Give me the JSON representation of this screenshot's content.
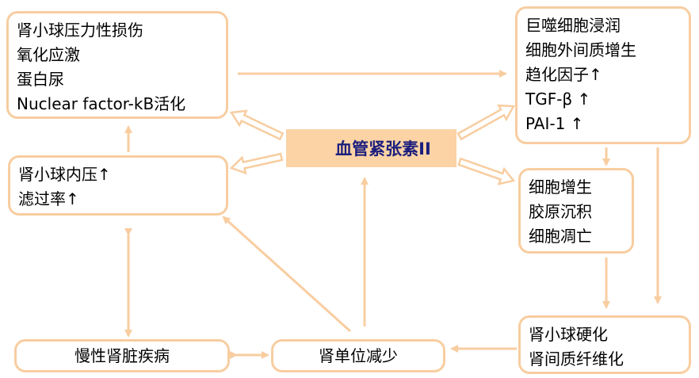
{
  "center": {
    "label": "血管紧张素II"
  },
  "box_top_left": {
    "lines": [
      "肾小球压力性损伤",
      "氧化应激",
      "蛋白尿",
      "Nuclear factor-kB活化"
    ]
  },
  "box_mid_left": {
    "lines": [
      "肾小球内压↑",
      "滤过率↑"
    ]
  },
  "box_bottom_left": {
    "label": "慢性肾脏疾病"
  },
  "box_bottom_center": {
    "label": "肾单位减少"
  },
  "box_top_right": {
    "lines": [
      "巨噬细胞浸润",
      "细胞外间质增生",
      "趋化因子↑",
      "TGF-β ↑",
      "PAI-1 ↑"
    ]
  },
  "box_mid_right": {
    "lines": [
      "细胞增生",
      "胶原沉积",
      "细胞凋亡"
    ]
  },
  "box_bottom_right": {
    "lines": [
      "肾小球硬化",
      "肾间质纤维化"
    ]
  },
  "colors": {
    "border": "#f8cda0",
    "fill": "#fbd3a5",
    "center_text": "#1b1e7d"
  }
}
